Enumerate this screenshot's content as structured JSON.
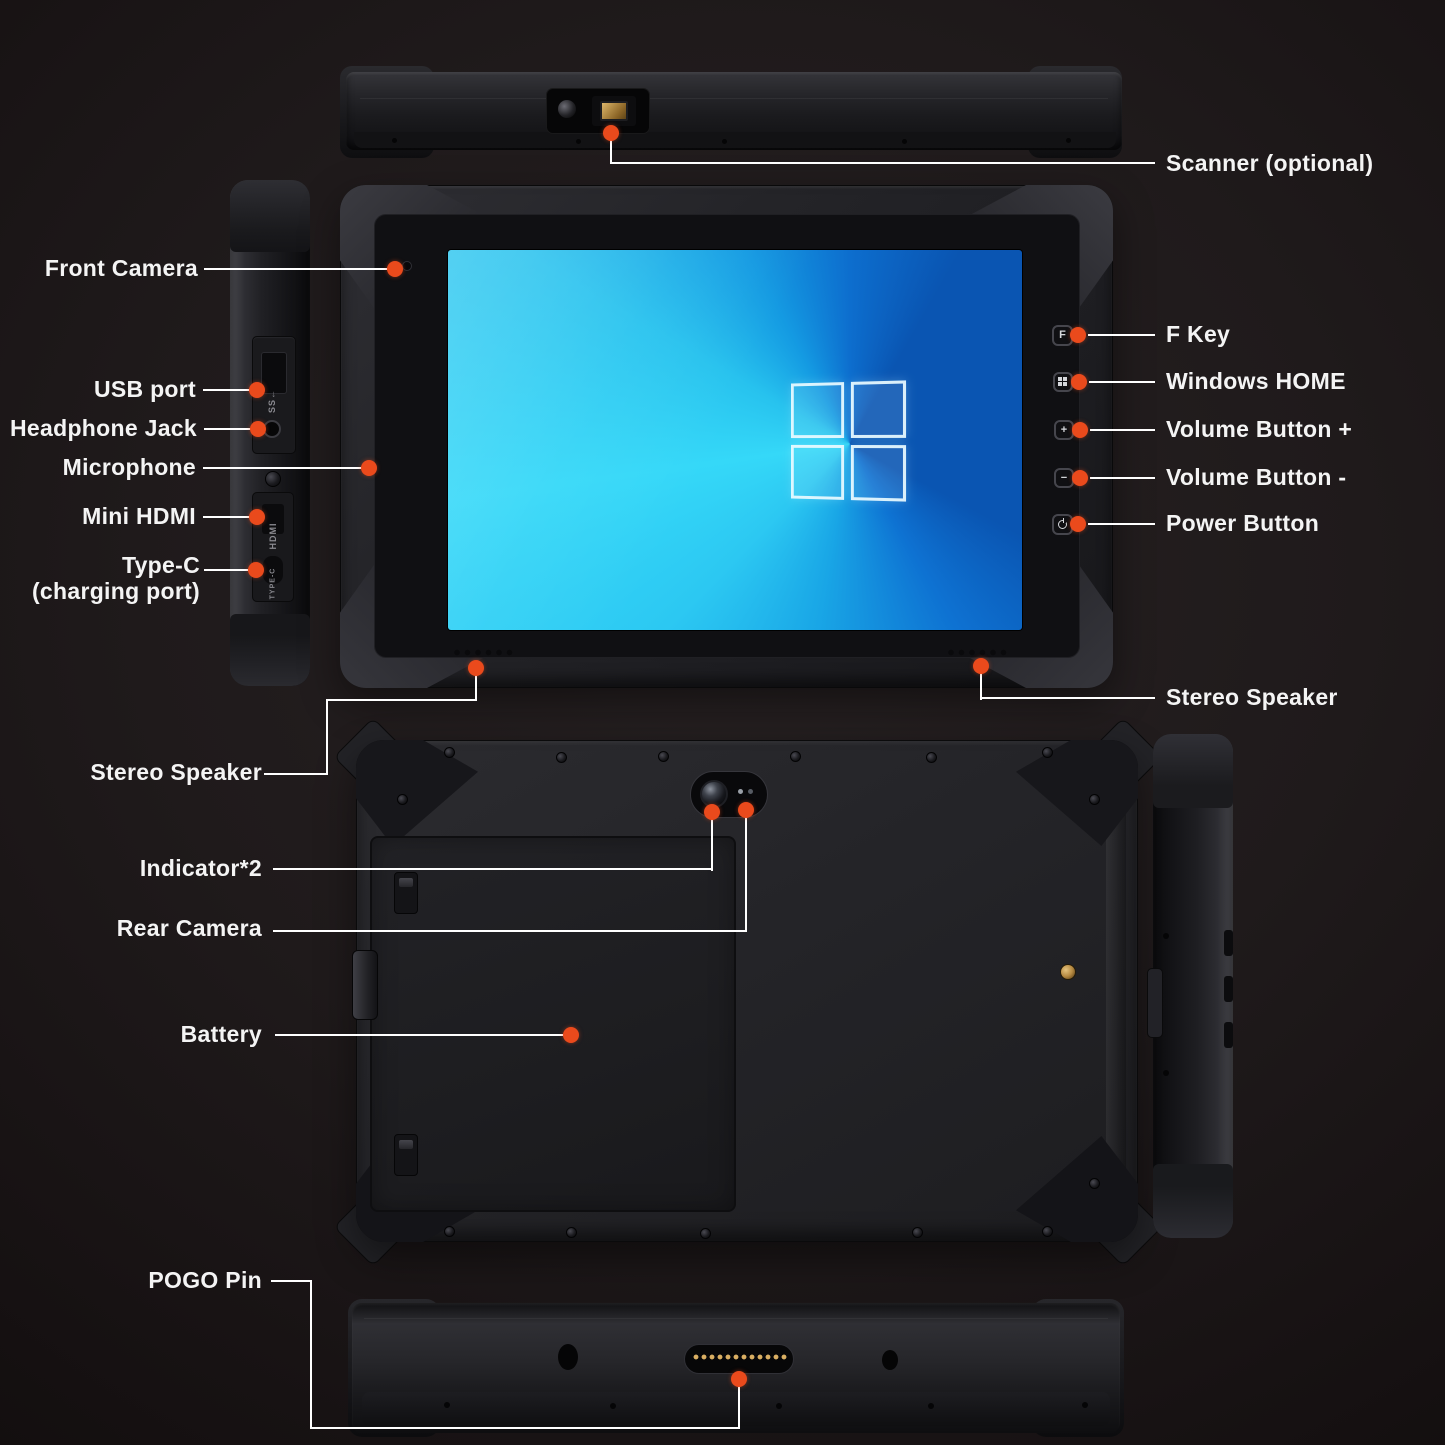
{
  "callouts": {
    "left": [
      {
        "id": "front-camera",
        "label": "Front Camera"
      },
      {
        "id": "usb-port",
        "label": "USB port"
      },
      {
        "id": "headphone-jack",
        "label": "Headphone Jack"
      },
      {
        "id": "microphone",
        "label": "Microphone"
      },
      {
        "id": "mini-hdmi",
        "label": "Mini HDMI"
      },
      {
        "id": "type-c",
        "label": "Type-C",
        "sublabel": "(charging port)"
      },
      {
        "id": "stereo-speaker-left",
        "label": "Stereo Speaker"
      },
      {
        "id": "indicator",
        "label": "Indicator*2"
      },
      {
        "id": "rear-camera",
        "label": "Rear Camera"
      },
      {
        "id": "battery",
        "label": "Battery"
      },
      {
        "id": "pogo-pin",
        "label": "POGO Pin"
      }
    ],
    "right": [
      {
        "id": "scanner",
        "label": "Scanner (optional)"
      },
      {
        "id": "f-key",
        "label": "F Key"
      },
      {
        "id": "windows-home",
        "label": "Windows HOME"
      },
      {
        "id": "volume-up",
        "label": "Volume Button +"
      },
      {
        "id": "volume-down",
        "label": "Volume Button -"
      },
      {
        "id": "power",
        "label": "Power Button"
      },
      {
        "id": "stereo-speaker-right",
        "label": "Stereo Speaker"
      }
    ]
  },
  "device_markings": {
    "f_key": "F",
    "volume_up": "+",
    "volume_down": "−",
    "usb_port": "SS←",
    "hdmi_port": "HDMI",
    "type_c_port": "TYPE-C"
  },
  "colors": {
    "accent_dot": "#ea4a1c",
    "callout_line": "#ffffff",
    "label_text": "#f4f4f4",
    "screen_cyan": "#35d8f8",
    "screen_blue": "#0a55b2"
  }
}
